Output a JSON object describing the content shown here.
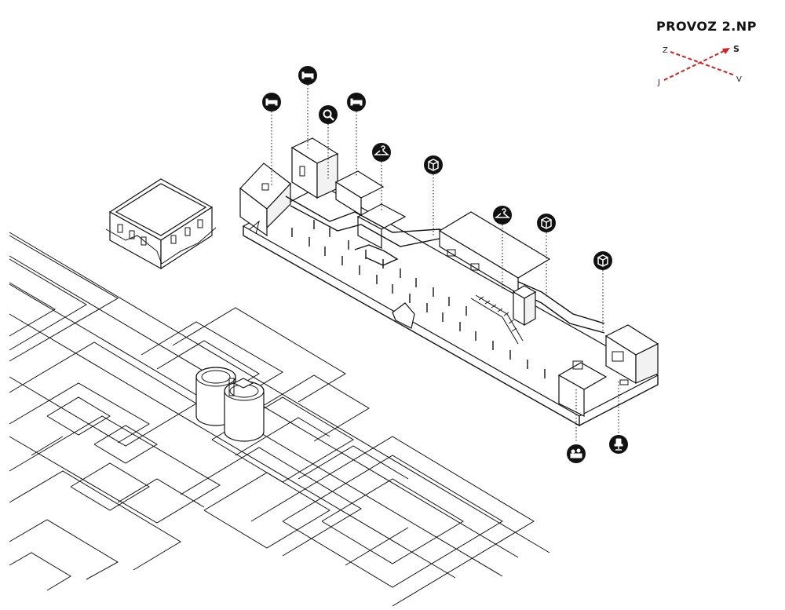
{
  "title": "PROVOZ 2.NP",
  "compass": {
    "west": "Z",
    "north": "S",
    "south": "J",
    "east": "V",
    "color": "#d42020"
  },
  "icons": [
    {
      "name": "bed-icon"
    },
    {
      "name": "bed-icon"
    },
    {
      "name": "search-icon"
    },
    {
      "name": "bed-icon"
    },
    {
      "name": "hanger-icon"
    },
    {
      "name": "box-icon"
    },
    {
      "name": "hanger-icon"
    },
    {
      "name": "box-icon"
    },
    {
      "name": "box-icon"
    },
    {
      "name": "people-icon"
    },
    {
      "name": "chair-icon"
    }
  ]
}
